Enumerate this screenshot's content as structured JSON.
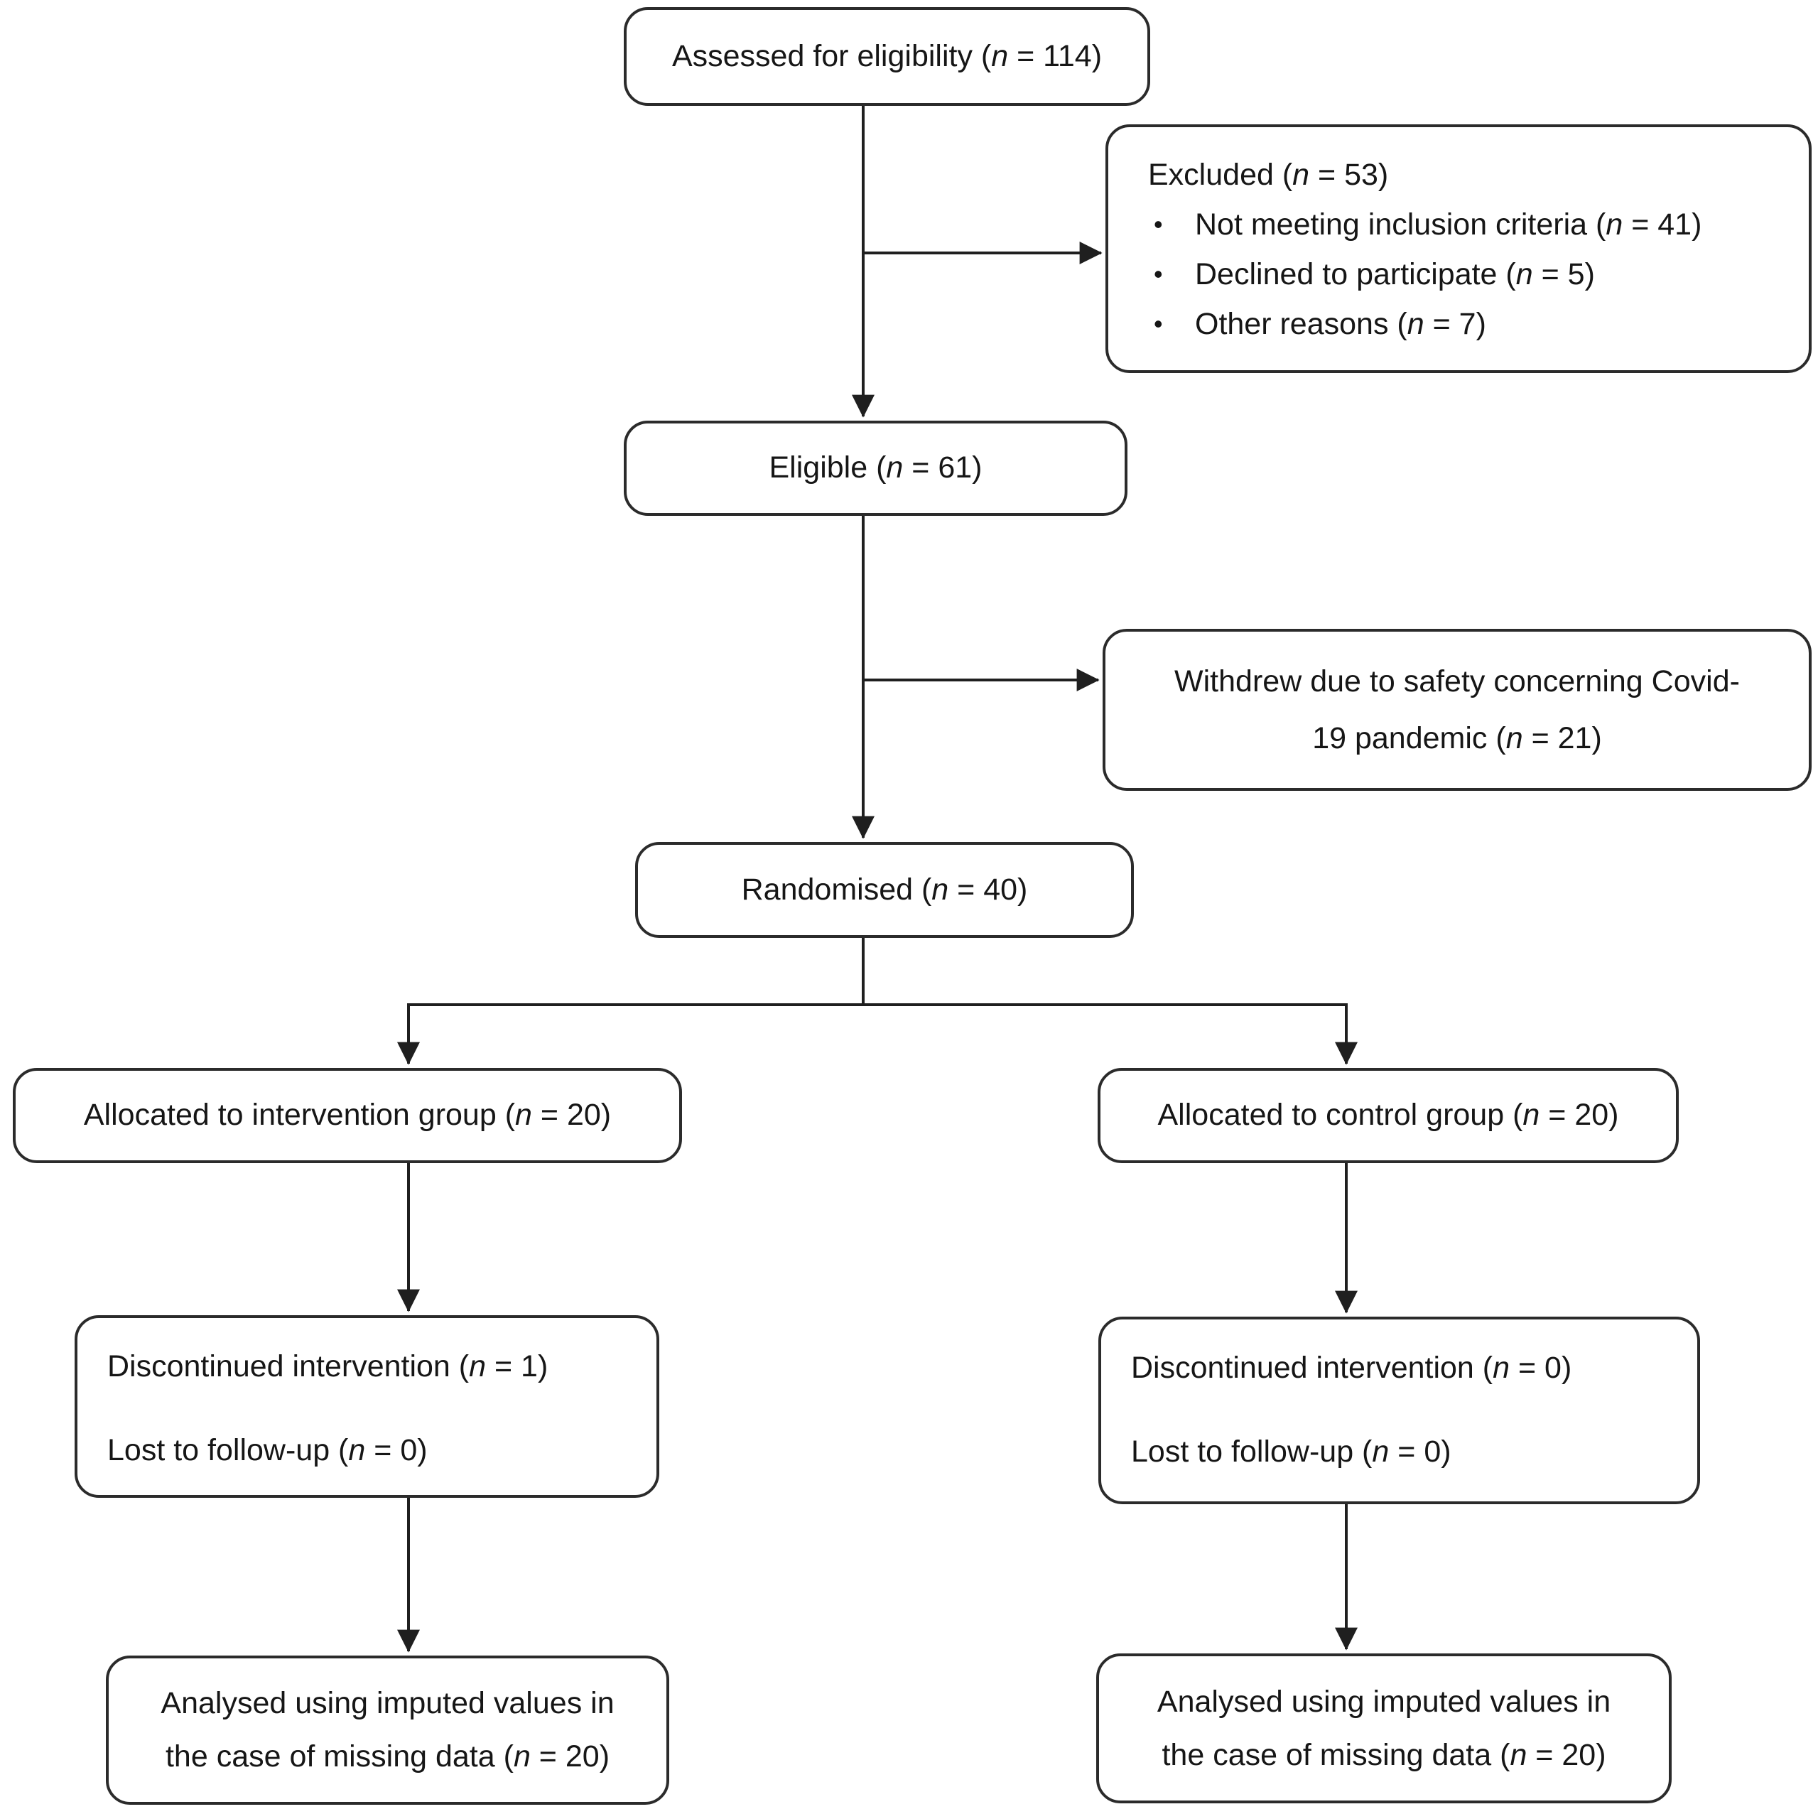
{
  "palette": {
    "line": "#1f1f1f",
    "border": "#2b2b2b",
    "text": "#161616",
    "background": "#ffffff"
  },
  "flow": {
    "assessed": {
      "text": "Assessed for eligibility (n = 114)"
    },
    "excluded": {
      "title": "Excluded (n = 53)",
      "bullet": "•",
      "items": [
        "Not meeting inclusion criteria (n = 41)",
        "Declined to participate (n = 5)",
        "Other reasons (n = 7)"
      ]
    },
    "eligible": {
      "text": "Eligible (n = 61)"
    },
    "withdrew": {
      "lines": [
        "Withdrew due to safety concerning Covid-",
        "19 pandemic (n = 21)"
      ]
    },
    "randomised": {
      "text": "Randomised (n = 40)"
    },
    "allocated_intervention": {
      "text": "Allocated to intervention group (n = 20)"
    },
    "allocated_control": {
      "text": "Allocated to control group (n = 20)"
    },
    "discontinued_intervention": {
      "lines": [
        "Discontinued intervention (n = 1)",
        "Lost to follow-up (n = 0)"
      ]
    },
    "discontinued_control": {
      "lines": [
        "Discontinued intervention (n = 0)",
        "Lost to follow-up (n = 0)"
      ]
    },
    "analysed_intervention": {
      "lines": [
        "Analysed using imputed values in",
        "the case of missing data (n = 20)"
      ]
    },
    "analysed_control": {
      "lines": [
        "Analysed using imputed values in",
        "the case of missing data (n = 20)"
      ]
    }
  }
}
